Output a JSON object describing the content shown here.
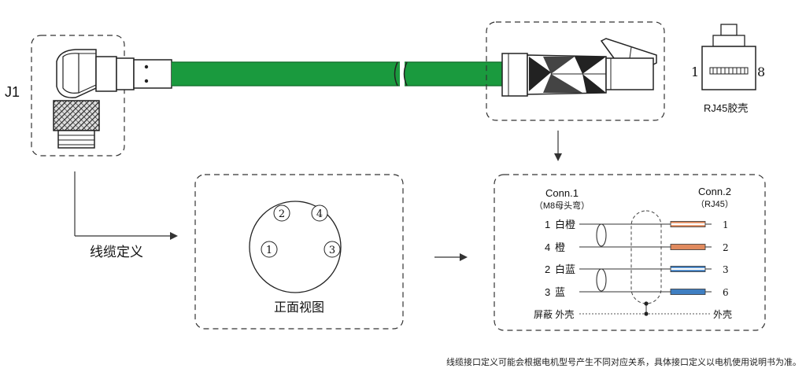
{
  "labels": {
    "j1": "J1",
    "rj45_housing": "RJ45胶壳",
    "rj45_pin_left": "1",
    "rj45_pin_right": "8",
    "cable_definition": "线缆定义",
    "front_view": "正面视图",
    "conn1": "Conn.1",
    "conn1_sub": "（M8母头弯）",
    "conn2": "Conn.2",
    "conn2_sub": "（RJ45）",
    "shield_left": "屏蔽 外壳",
    "shield_right": "外壳",
    "footnote": "线缆接口定义可能会根据电机型号产生不同对应关系，具体接口定义以电机使用说明书为准。"
  },
  "pinout": [
    {
      "num": "2"
    },
    {
      "num": "4"
    },
    {
      "num": "1"
    },
    {
      "num": "3"
    }
  ],
  "wires": [
    {
      "left_pin": "1",
      "left_name": "白橙",
      "right_pin": "1",
      "color": "#e08a5e",
      "striped": true
    },
    {
      "left_pin": "4",
      "left_name": "橙",
      "right_pin": "2",
      "color": "#e08a5e",
      "striped": false
    },
    {
      "left_pin": "2",
      "left_name": "白蓝",
      "right_pin": "3",
      "color": "#3f7fc2",
      "striped": true
    },
    {
      "left_pin": "3",
      "left_name": "蓝",
      "right_pin": "6",
      "color": "#3f7fc2",
      "striped": false
    }
  ],
  "colors": {
    "cable_green": "#1a9a3e",
    "cable_dark": "#0f6a28",
    "line": "#333333"
  }
}
